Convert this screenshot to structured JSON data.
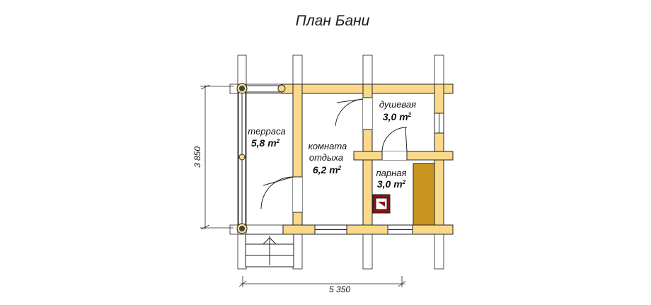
{
  "title": "План Бани",
  "colors": {
    "wall": "#fbd98a",
    "stove": "#c8961e",
    "heater_red": "#8c1010",
    "line": "#222222"
  },
  "rooms": [
    {
      "name": "терраса",
      "area": "5,8 m",
      "area_unit_sup": "2"
    },
    {
      "name_line1": "комната",
      "name_line2": "отдыха",
      "area": "6,2 m",
      "area_unit_sup": "2"
    },
    {
      "name": "душевая",
      "area": "3,0 m",
      "area_unit_sup": "2"
    },
    {
      "name": "парная",
      "area": "3,0 m",
      "area_unit_sup": "2"
    }
  ],
  "dimensions": {
    "height": "3 850",
    "width": "5 350"
  },
  "icons": [
    "log-joint-icon",
    "heater-stove-icon"
  ]
}
